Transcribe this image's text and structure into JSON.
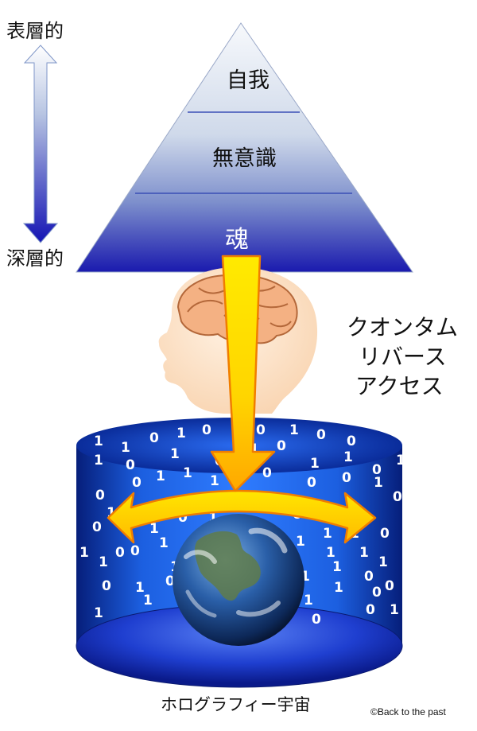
{
  "depth_scale": {
    "top_label": "表層的",
    "bottom_label": "深層的"
  },
  "pyramid": {
    "layers": [
      "自我",
      "無意識",
      "魂"
    ]
  },
  "quantum": {
    "lines": [
      "クオンタム",
      "リバース",
      "アクセス"
    ]
  },
  "universe": {
    "label": "ホログラフィー宇宙",
    "binary_digits": [
      "1",
      "0",
      "1",
      "0",
      "0",
      "1",
      "0",
      "0",
      "1",
      "0",
      "1",
      "0",
      "1",
      "0",
      "1",
      "1",
      "0",
      "1",
      "0",
      "0",
      "1",
      "1",
      "1",
      "0",
      "0",
      "1",
      "0",
      "0",
      "1",
      "0",
      "0",
      "1",
      "1",
      "0",
      "1",
      "0",
      "1",
      "0",
      "1",
      "1",
      "1",
      "1",
      "0",
      "1",
      "0",
      "1",
      "1",
      "1",
      "0",
      "1",
      "1",
      "0",
      "1",
      "1",
      "0",
      "1",
      "0",
      "1",
      "0",
      "1",
      "1",
      "0",
      "1",
      "0",
      "1",
      "0",
      "1",
      "0"
    ]
  },
  "colors": {
    "pyramid_dark": "#1c1cae",
    "pyramid_light": "#f4f7fb",
    "arrow_yellow": "#ffd800",
    "arrow_orange": "#ff9900",
    "head_fill": "#fde1c4",
    "brain_fill": "#f4b183",
    "cylinder_blue": "#0b49c8"
  },
  "copyright": "©Back to the past"
}
